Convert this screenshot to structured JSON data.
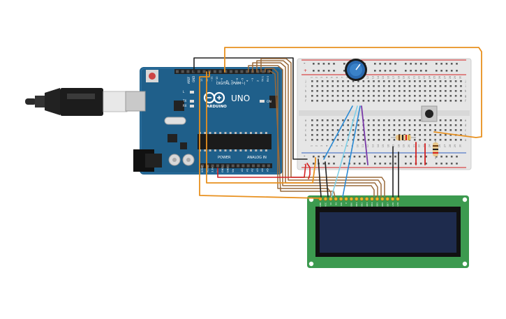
{
  "arduino": {
    "brand": "ARDUINO",
    "model": "UNO",
    "digital_label": "DIGITAL (PWM~)",
    "power_label": "POWER",
    "analog_label": "ANALOG IN",
    "on_label": "ON",
    "tx_label": "TX",
    "rx_label": "RX",
    "l_label": "L",
    "aref_label": "AREF",
    "gnd_label": "GND",
    "digital_pins": [
      "13",
      "12",
      "~11",
      "~10",
      "~9",
      "8",
      "7",
      "~6",
      "~5",
      "4",
      "~3",
      "2",
      "TX 1",
      "RX 0"
    ],
    "power_pins": [
      "IOREF",
      "RESET",
      "3.3V",
      "5V",
      "GND",
      "GND",
      "Vin"
    ],
    "analog_pins": [
      "A0",
      "A1",
      "A2",
      "A3",
      "A4",
      "A5"
    ]
  },
  "breadboard": {
    "columns": [
      "1",
      "2",
      "3",
      "4",
      "5",
      "6",
      "7",
      "8",
      "9",
      "10",
      "11",
      "12",
      "13",
      "14",
      "15",
      "16",
      "17",
      "18",
      "19",
      "20",
      "21",
      "22",
      "23",
      "24",
      "25",
      "26",
      "27",
      "28",
      "29",
      "30"
    ],
    "row_labels_top": [
      "j",
      "i",
      "h",
      "g",
      "f"
    ],
    "row_labels_bottom": [
      "e",
      "d",
      "c",
      "b",
      "a"
    ],
    "rail_plus": "+",
    "rail_minus": "-"
  },
  "lcd": {
    "pin_labels": [
      "GND",
      "VCC",
      "V0",
      "RS",
      "RW",
      "E",
      "DB0",
      "DB1",
      "DB2",
      "DB3",
      "DB4",
      "DB5",
      "DB6",
      "DB7",
      "LED",
      "LED"
    ]
  },
  "colors": {
    "arduino_board": "#1f5f8a",
    "breadboard": "#e6e6e6",
    "lcd_pcb": "#3c9a4f",
    "lcd_screen": "#1e2b4d",
    "wire_orange": "#e8901e",
    "wire_brown": "#9a6a3a",
    "wire_red": "#d42020",
    "wire_black": "#222222",
    "wire_blue": "#2a8ad4",
    "wire_light_blue": "#7fd0e8",
    "wire_purple": "#7a3aa8",
    "pot_blue": "#2a6ab0"
  }
}
